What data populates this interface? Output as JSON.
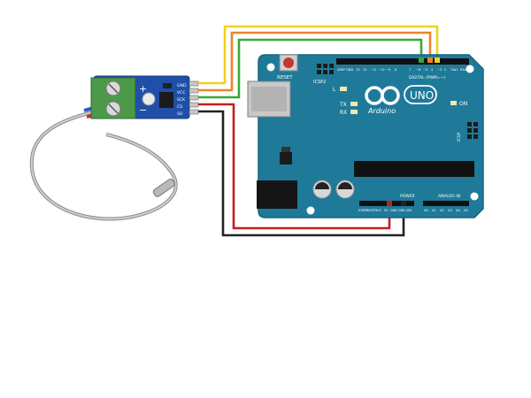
{
  "module": {
    "terminal_plus": "+",
    "terminal_minus": "−",
    "pin_labels": [
      "GND",
      "VCC",
      "SCK",
      "CS",
      "SO"
    ]
  },
  "board": {
    "reset_label": "RESET",
    "icsp2_label": "ICSP2",
    "aref_label": "AREF",
    "gnd_label": "GND",
    "digital_header_label": "DIGITAL (PWM=~)",
    "digital_pins": [
      "13",
      "12",
      "~11",
      "~10",
      "~9",
      "8",
      "7",
      "~6",
      "~5",
      "4",
      "~3",
      "2",
      "TX▸1",
      "RX◂0"
    ],
    "l_label": "L",
    "tx_label": "TX",
    "rx_label": "RX",
    "on_label": "ON",
    "brand_label": "Arduino",
    "model_label": "UNO",
    "icsp_label": "ICSP",
    "power_header_label": "POWER",
    "power_pins": [
      "IOREF",
      "RESET",
      "3V3",
      "5V",
      "GND",
      "GND",
      "VIN"
    ],
    "analog_header_label": "ANALOG IN",
    "analog_pins": [
      "A0",
      "A1",
      "A2",
      "A3",
      "A4",
      "A5"
    ],
    "icsp_header_label": "ICSP"
  },
  "wire_colors": {
    "yellow": "#f2d21b",
    "orange": "#e8852a",
    "green": "#3aa835",
    "red": "#c0211f",
    "black": "#222222"
  },
  "colors": {
    "board": "#1f7a9a",
    "board_edge": "#17647f",
    "module": "#1f4fa8",
    "terminal": "#4b9a4a"
  }
}
